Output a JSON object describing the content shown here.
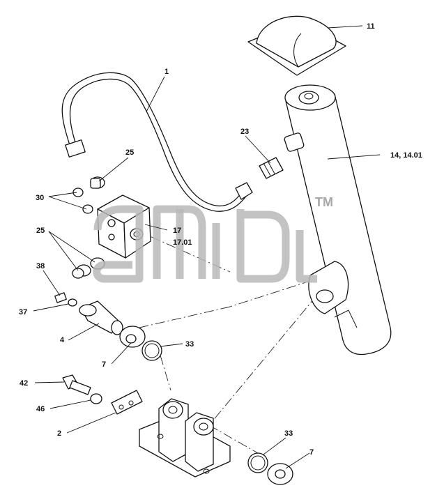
{
  "callouts": {
    "c1": "1",
    "c11": "11",
    "c23": "23",
    "c14": "14, 14.01",
    "c25a": "25",
    "c30": "30",
    "c17": "17",
    "c1701": "17.01",
    "c25b": "25",
    "c38": "38",
    "c37": "37",
    "c4": "4",
    "c7a": "7",
    "c33a": "33",
    "c42": "42",
    "c46": "46",
    "c2": "2",
    "c33b": "33",
    "c7b": "7"
  },
  "watermark": {
    "tm": "TM"
  }
}
